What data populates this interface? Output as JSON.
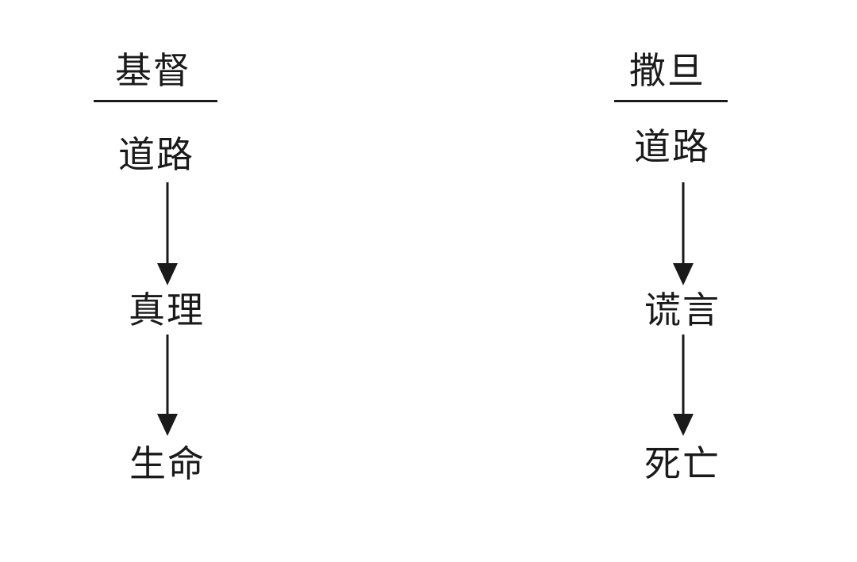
{
  "diagram": {
    "columns": [
      {
        "title": "基督",
        "nodes": [
          "道路",
          "真理",
          "生命"
        ]
      },
      {
        "title": "撒旦",
        "nodes": [
          "道路",
          "谎言",
          "死亡"
        ]
      }
    ]
  }
}
